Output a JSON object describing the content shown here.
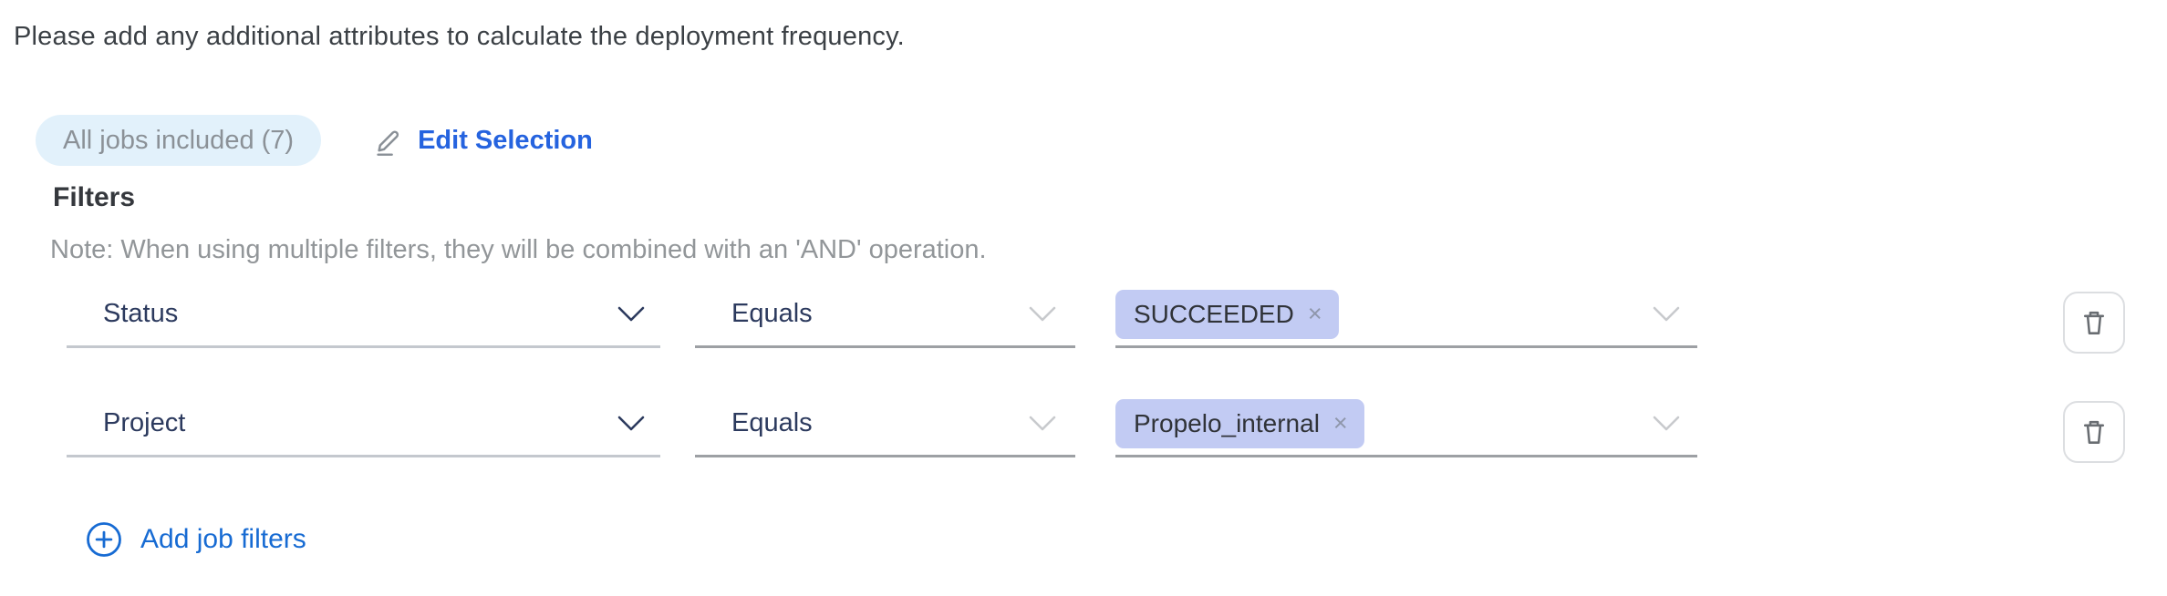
{
  "instruction": "Please add any additional attributes to calculate the deployment frequency.",
  "selection": {
    "badge_label": "All jobs included (7)",
    "edit_label": "Edit Selection"
  },
  "filters": {
    "heading": "Filters",
    "note": "Note: When using multiple filters, they will be combined with an 'AND' operation.",
    "rows": [
      {
        "attribute": "Status",
        "operator": "Equals",
        "value_tag": "SUCCEEDED"
      },
      {
        "attribute": "Project",
        "operator": "Equals",
        "value_tag": "Propelo_internal"
      }
    ],
    "add_label": "Add job filters"
  },
  "icons": {
    "close": "×"
  },
  "colors": {
    "edit_link_blue": "#2563df",
    "add_link_blue": "#176bd3",
    "badge_bg": "#e2f1fb",
    "badge_text": "#8b9197",
    "tag_bg": "#c2cbf3",
    "field_text_navy": "#2c3a5e",
    "muted_text": "#929699",
    "underline_light": "#c4c8ce",
    "underline_dark": "#9da0a4"
  }
}
